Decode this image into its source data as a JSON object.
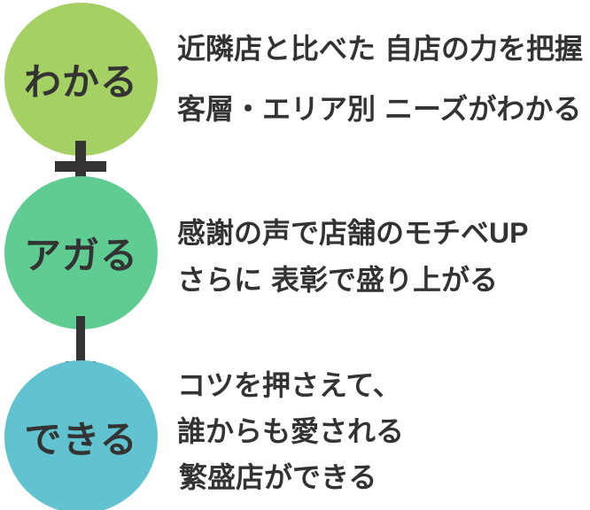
{
  "page": {
    "background": "#ffffff",
    "text_color": "#333333"
  },
  "diagram": {
    "highlight_background": "#ffffff",
    "steps": [
      {
        "circle_label": "わかる",
        "circle_color": "#a4d064",
        "lines": [
          {
            "plain": "近隣店と比べた",
            "highlight": "自店の力を把握"
          },
          {
            "plain": "客層・エリア別",
            "highlight": "ニーズがわかる"
          }
        ]
      },
      {
        "circle_label": "アガる",
        "circle_color": "#5fcc92",
        "lines": [
          {
            "plain": "感謝の声で店舗のモチベUP"
          },
          {
            "plain": "さらに",
            "highlight": "表彰で盛り上がる"
          }
        ]
      },
      {
        "circle_label": "できる",
        "circle_color": "#62c3d0",
        "lines": [
          {
            "plain": "コツを押さえて、"
          },
          {
            "plain": "誰からも愛される"
          },
          {
            "highlight": "繁盛店ができる"
          }
        ]
      }
    ],
    "connectors": [
      {
        "type": "plus",
        "color": "#333333"
      },
      {
        "type": "arrow-down",
        "color": "#333333"
      }
    ]
  }
}
